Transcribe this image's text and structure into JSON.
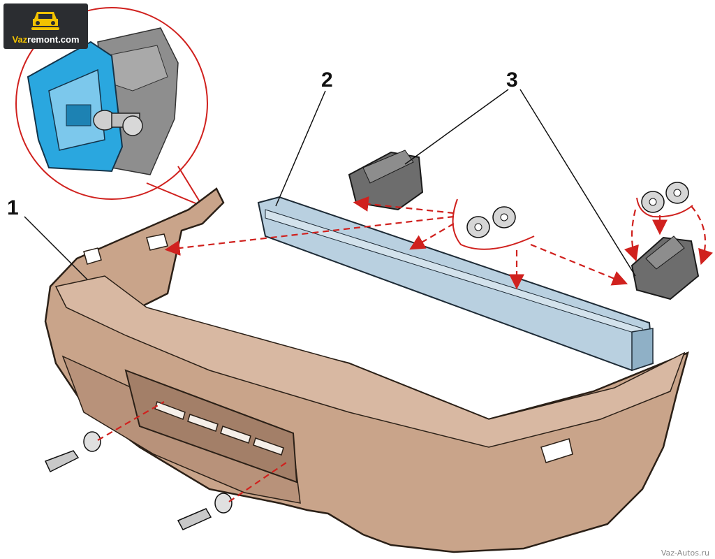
{
  "logo": {
    "brand": "Vaz",
    "domain": "remont.com",
    "icon": "car-wrench-icon",
    "color_accent": "#f2c200"
  },
  "callouts": [
    {
      "id": "1",
      "label": "1",
      "part": "bumper-cover"
    },
    {
      "id": "2",
      "label": "2",
      "part": "reinforcement-beam"
    },
    {
      "id": "3",
      "label": "3",
      "part": "mounting-bracket"
    }
  ],
  "watermark": "Vaz-Autos.ru",
  "colors": {
    "bumper": "#c9a48a",
    "bumper_dark": "#a37f68",
    "beam": "#b9d0e0",
    "bracket": "#6d6d6d",
    "highlight": "#2aa7df",
    "arrow": "#d0211e"
  }
}
